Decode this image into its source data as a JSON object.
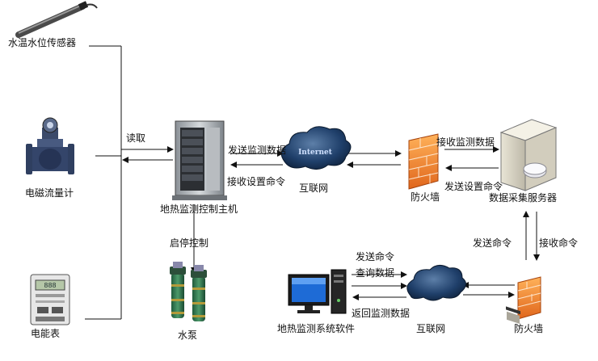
{
  "nodes": {
    "sensor": "水温水位传感器",
    "flowmeter": "电磁流量计",
    "meter": "电能表",
    "controller": "地热监测控制主机",
    "pump": "水泵",
    "internet_top": "互联网",
    "firewall_top": "防火墙",
    "server": "数据采集服务器",
    "software": "地热监测系统软件",
    "internet_bottom": "互联网",
    "firewall_bottom": "防火墙"
  },
  "edges": {
    "read": "读取",
    "start_stop": "启停控制",
    "send_monitor": "发送监测数据",
    "recv_settings": "接收设置命令",
    "recv_monitor": "接收监测数据",
    "send_settings": "发送设置命令",
    "send_cmd_right": "发送命令",
    "recv_cmd_right": "接收命令",
    "send_cmd_bottom": "发送命令",
    "query_data": "查询数据",
    "return_monitor": "返回监测数据"
  },
  "cloud_text": "Internet"
}
